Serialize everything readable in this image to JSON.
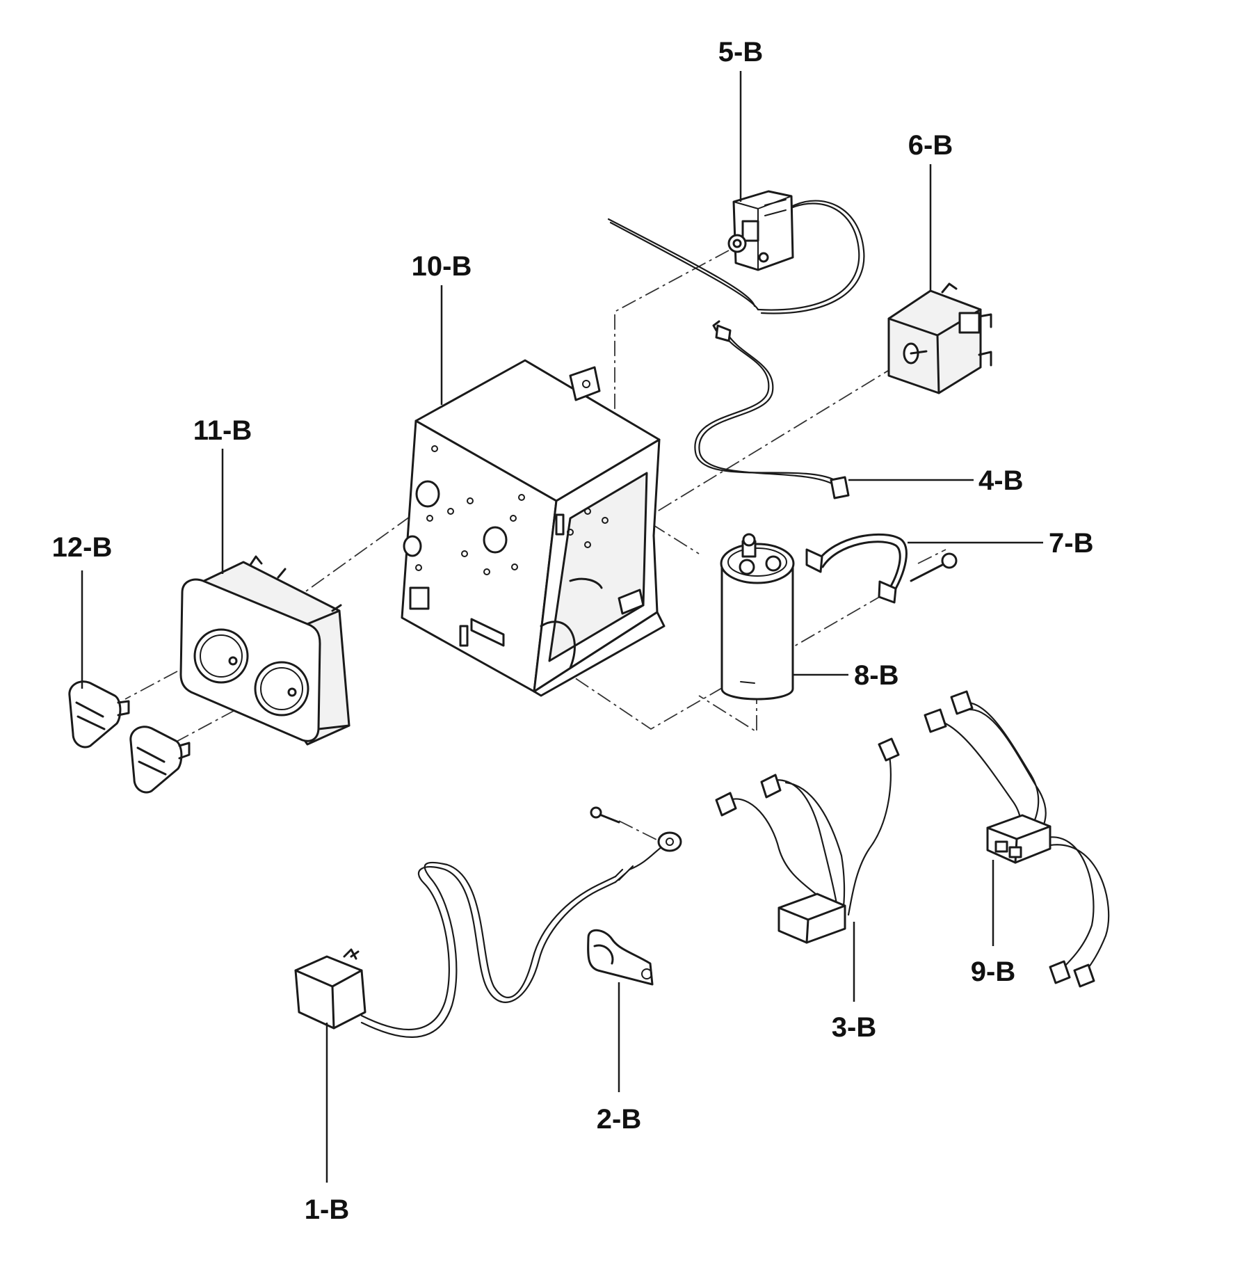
{
  "labels": {
    "p1": "1-B",
    "p2": "2-B",
    "p3": "3-B",
    "p4": "4-B",
    "p5": "5-B",
    "p6": "6-B",
    "p7": "7-B",
    "p8": "8-B",
    "p9": "9-B",
    "p10": "10-B",
    "p11": "11-B",
    "p12": "12-B"
  }
}
